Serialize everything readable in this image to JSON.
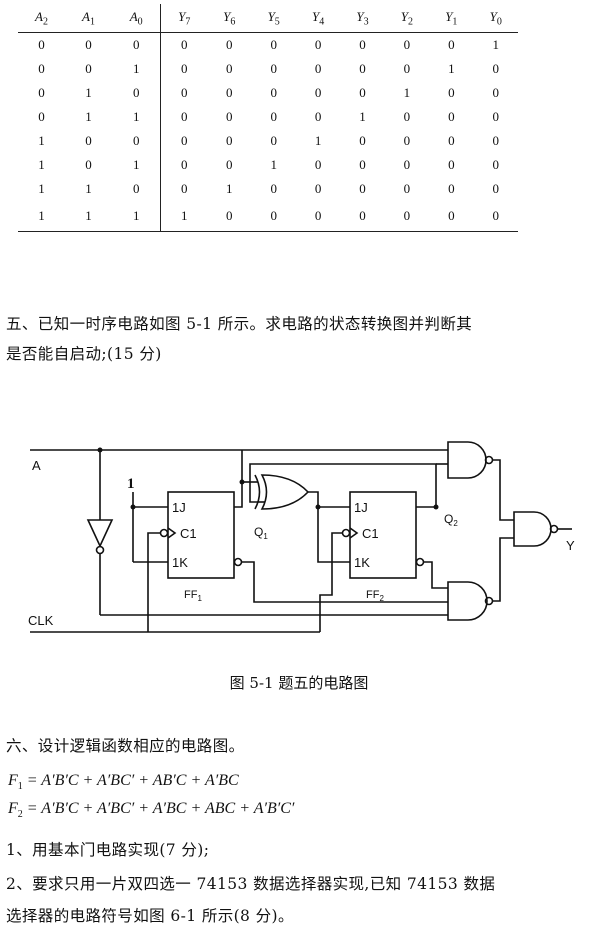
{
  "truth_table": {
    "inputs": [
      {
        "sym": "A",
        "sub": "2"
      },
      {
        "sym": "A",
        "sub": "1"
      },
      {
        "sym": "A",
        "sub": "0"
      }
    ],
    "outputs": [
      {
        "sym": "Y",
        "sub": "7"
      },
      {
        "sym": "Y",
        "sub": "6"
      },
      {
        "sym": "Y",
        "sub": "5"
      },
      {
        "sym": "Y",
        "sub": "4"
      },
      {
        "sym": "Y",
        "sub": "3"
      },
      {
        "sym": "Y",
        "sub": "2"
      },
      {
        "sym": "Y",
        "sub": "1"
      },
      {
        "sym": "Y",
        "sub": "0"
      }
    ],
    "rows": [
      [
        "0",
        "0",
        "0",
        "0",
        "0",
        "0",
        "0",
        "0",
        "0",
        "0",
        "1"
      ],
      [
        "0",
        "0",
        "1",
        "0",
        "0",
        "0",
        "0",
        "0",
        "0",
        "1",
        "0"
      ],
      [
        "0",
        "1",
        "0",
        "0",
        "0",
        "0",
        "0",
        "0",
        "1",
        "0",
        "0"
      ],
      [
        "0",
        "1",
        "1",
        "0",
        "0",
        "0",
        "0",
        "1",
        "0",
        "0",
        "0"
      ],
      [
        "1",
        "0",
        "0",
        "0",
        "0",
        "0",
        "1",
        "0",
        "0",
        "0",
        "0"
      ],
      [
        "1",
        "0",
        "1",
        "0",
        "0",
        "1",
        "0",
        "0",
        "0",
        "0",
        "0"
      ],
      [
        "1",
        "1",
        "0",
        "0",
        "1",
        "0",
        "0",
        "0",
        "0",
        "0",
        "0"
      ],
      [
        "1",
        "1",
        "1",
        "1",
        "0",
        "0",
        "0",
        "0",
        "0",
        "0",
        "0"
      ]
    ]
  },
  "q5": {
    "line1": "五、已知一时序电路如图 5-1 所示。求电路的状态转换图并判断其",
    "line2": "是否能自启动;(15 分)"
  },
  "circuit": {
    "label_a": "A",
    "label_clk": "CLK",
    "label_y": "Y",
    "label_one": "1",
    "ff1": {
      "j": "1J",
      "c": "C1",
      "k": "1K",
      "name": "FF",
      "sub": "1"
    },
    "ff2": {
      "j": "1J",
      "c": "C1",
      "k": "1K",
      "name": "FF",
      "sub": "2"
    },
    "q1": {
      "name": "Q",
      "sub": "1"
    },
    "q2": {
      "name": "Q",
      "sub": "2"
    },
    "caption": "图 5-1  题五的电路图"
  },
  "q6": {
    "title": "六、设计逻辑函数相应的电路图。",
    "f1_lhs": "F",
    "f1_sub": "1",
    "f1_rhs": " = A′B′C + A′BC′ + AB′C + A′BC",
    "f2_lhs": "F",
    "f2_sub": "2",
    "f2_rhs": " = A′B′C + A′BC′ + A′BC + ABC + A′B′C′",
    "item1": "1、用基本门电路实现(7 分);",
    "item2_line1": "2、要求只用一片双四选一 74153 数据选择器实现,已知 74153 数据",
    "item2_line2": "选择器的电路符号如图 6-1 所示(8 分)。"
  }
}
